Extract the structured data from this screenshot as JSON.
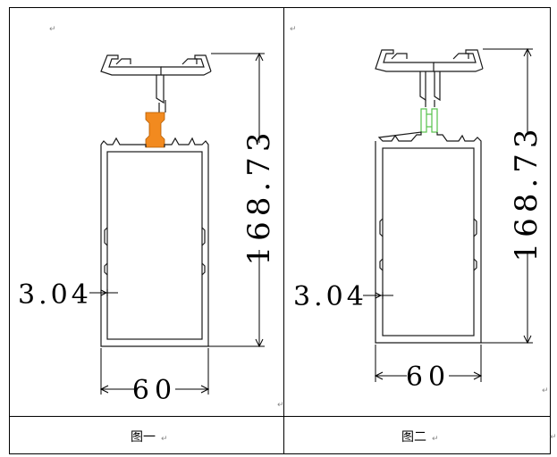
{
  "figures": [
    {
      "caption": "图一",
      "height_dim": "168.73",
      "wall_dim": "3.04",
      "width_dim": "60",
      "connector": "solid-block",
      "connector_color": "#f28a1f"
    },
    {
      "caption": "图二",
      "height_dim": "168.73",
      "wall_dim": "3.04",
      "width_dim": "60",
      "connector": "double-strip",
      "connector_color": "#55c24a"
    }
  ],
  "paragraph_mark": "↵",
  "colors": {
    "line": "#000000",
    "profile": "#1a1a1a"
  }
}
